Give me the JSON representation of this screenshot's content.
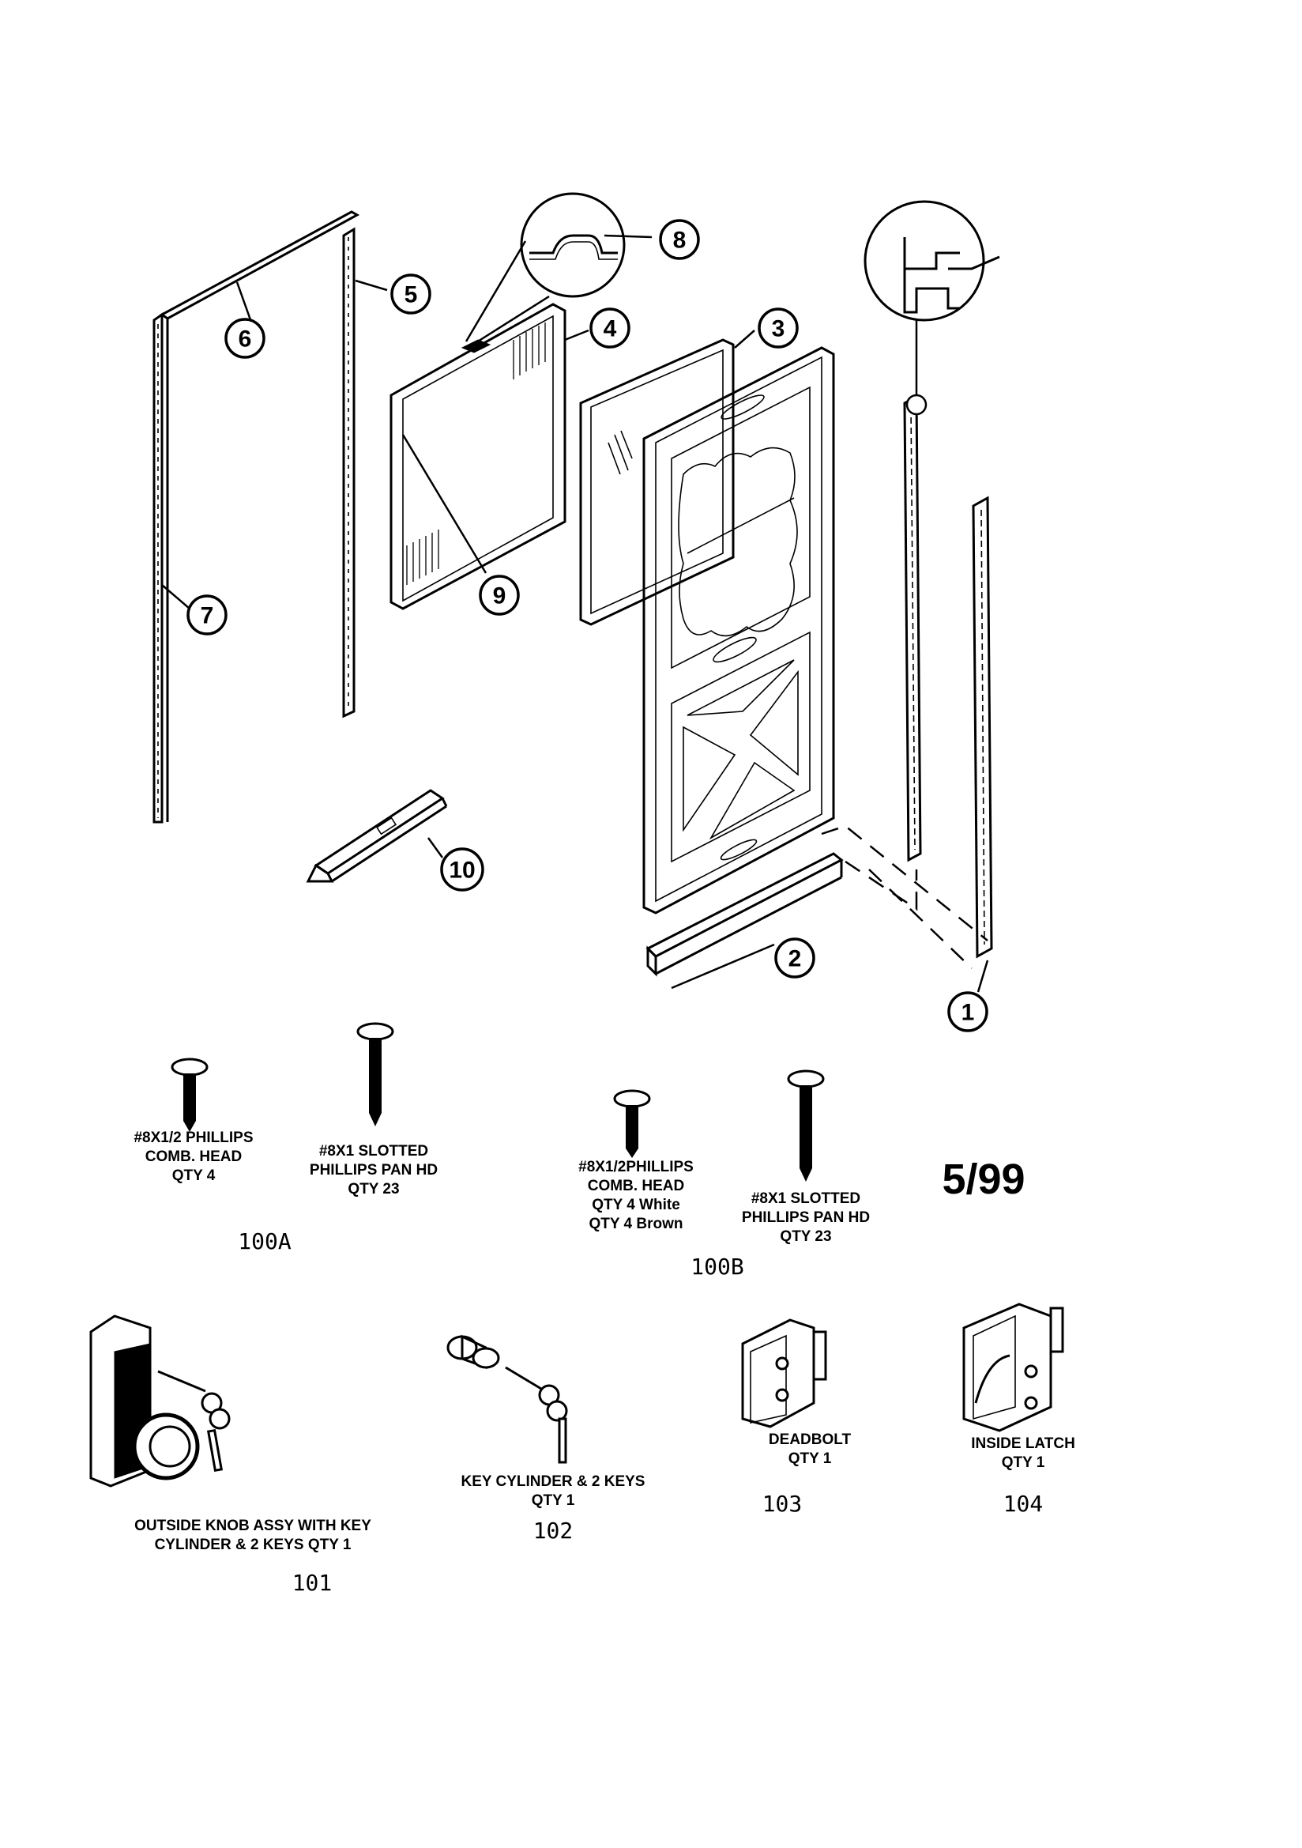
{
  "callouts": [
    "1",
    "2",
    "3",
    "4",
    "5",
    "6",
    "7",
    "8",
    "9",
    "10"
  ],
  "hardware_100A": {
    "screw1_lines": [
      "#8X1/2 PHILLIPS",
      "COMB. HEAD",
      "QTY 4"
    ],
    "screw2_lines": [
      "#8X1 SLOTTED",
      "PHILLIPS PAN HD",
      "QTY 23"
    ],
    "code": "100A"
  },
  "hardware_100B": {
    "screw1_lines": [
      "#8X1/2PHILLIPS",
      "COMB. HEAD",
      "QTY 4 White",
      "QTY 4 Brown"
    ],
    "screw2_lines": [
      "#8X1 SLOTTED",
      "PHILLIPS PAN HD",
      "QTY 23"
    ],
    "code": "100B"
  },
  "date_stamp": "5/99",
  "part_101": {
    "lines": [
      "OUTSIDE KNOB ASSY WITH KEY",
      "CYLINDER & 2 KEYS QTY 1"
    ],
    "code": "101"
  },
  "part_102": {
    "lines": [
      "KEY CYLINDER & 2 KEYS",
      "QTY 1"
    ],
    "code": "102"
  },
  "part_103": {
    "lines": [
      "DEADBOLT",
      "QTY 1"
    ],
    "code": "103"
  },
  "part_104": {
    "lines": [
      "INSIDE LATCH",
      "QTY 1"
    ],
    "code": "104"
  }
}
